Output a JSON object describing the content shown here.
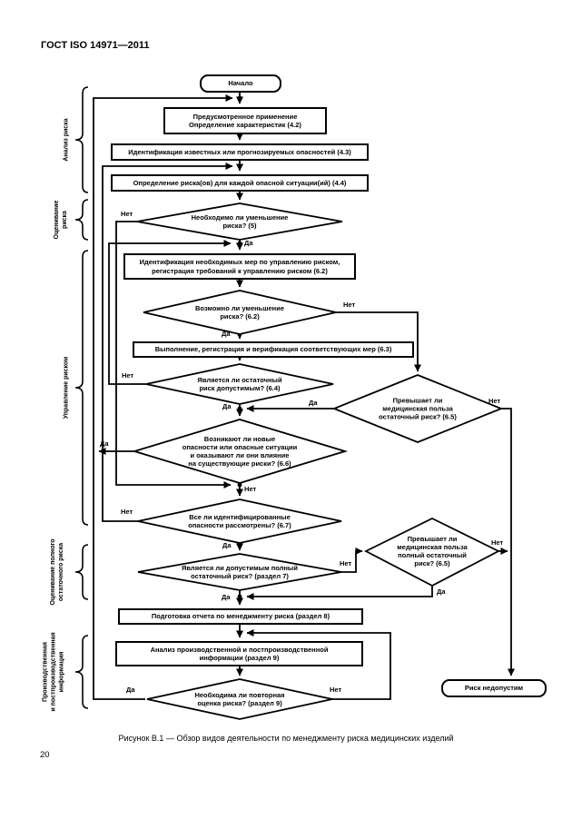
{
  "page": {
    "header": "ГОСТ ISO 14971—2011",
    "caption": "Рисунок В.1 — Обзор видов деятельности по менеджменту риска медицинских изделий",
    "page_number": "20"
  },
  "flowchart": {
    "nodes": {
      "start": {
        "label": "Начало"
      },
      "b42": {
        "label": "Предусмотренное применение\nОпределение характеристик (4.2)"
      },
      "b43": {
        "label": "Идентификация известных или прогнозируемых опасностей (4.3)"
      },
      "b44": {
        "label": "Определение риска(ов) для каждой опасной ситуации(ий) (4.4)"
      },
      "d5": {
        "label": "Необходимо ли уменьшение\nриска? (5)"
      },
      "b62": {
        "label": "Идентификация необходимых мер по управлению риском,\nрегистрация требований к управлению риском (6.2)"
      },
      "d62": {
        "label": "Возможно ли уменьшение\nриска? (6.2)"
      },
      "b63": {
        "label": "Выполнение, регистрация и верификация соответствующих мер (6.3)"
      },
      "d64": {
        "label": "Является ли остаточный\nриск допустимым? (6.4)"
      },
      "d65a": {
        "label": "Превышает ли\nмедицинская польза\nостаточный риск? (6.5)"
      },
      "d66": {
        "label": "Возникают ли новые\nопасности или опасные ситуации\nи оказывают ли они влияние\nна существующие риски? (6.6)"
      },
      "d67": {
        "label": "Все ли идентифицированные\nопасности рассмотрены? (6.7)"
      },
      "d65b": {
        "label": "Превышает ли\nмедицинская польза\nполный остаточный\nриск? (6.5)"
      },
      "d7": {
        "label": "Является ли допустимым полный\nостаточный риск? (раздел 7)"
      },
      "b8": {
        "label": "Подготовка отчета по менеджменту риска (раздел 8)"
      },
      "b9": {
        "label": "Анализ производственной и постпроизводственной\nинформации (раздел 9)"
      },
      "d9": {
        "label": "Необходима ли повторная\nоценка риска? (раздел 9)"
      },
      "end": {
        "label": "Риск недопустим"
      }
    },
    "edge_labels": {
      "yes": "Да",
      "no": "Нет"
    },
    "brackets": {
      "analysis": "Анализ риска",
      "evaluation": "Оценивание\nриска",
      "control": "Управление риском",
      "overall": "Оценивание полного\nостаточного риска",
      "production": "Производственная\nи постпроизводственная\nинформация"
    }
  }
}
